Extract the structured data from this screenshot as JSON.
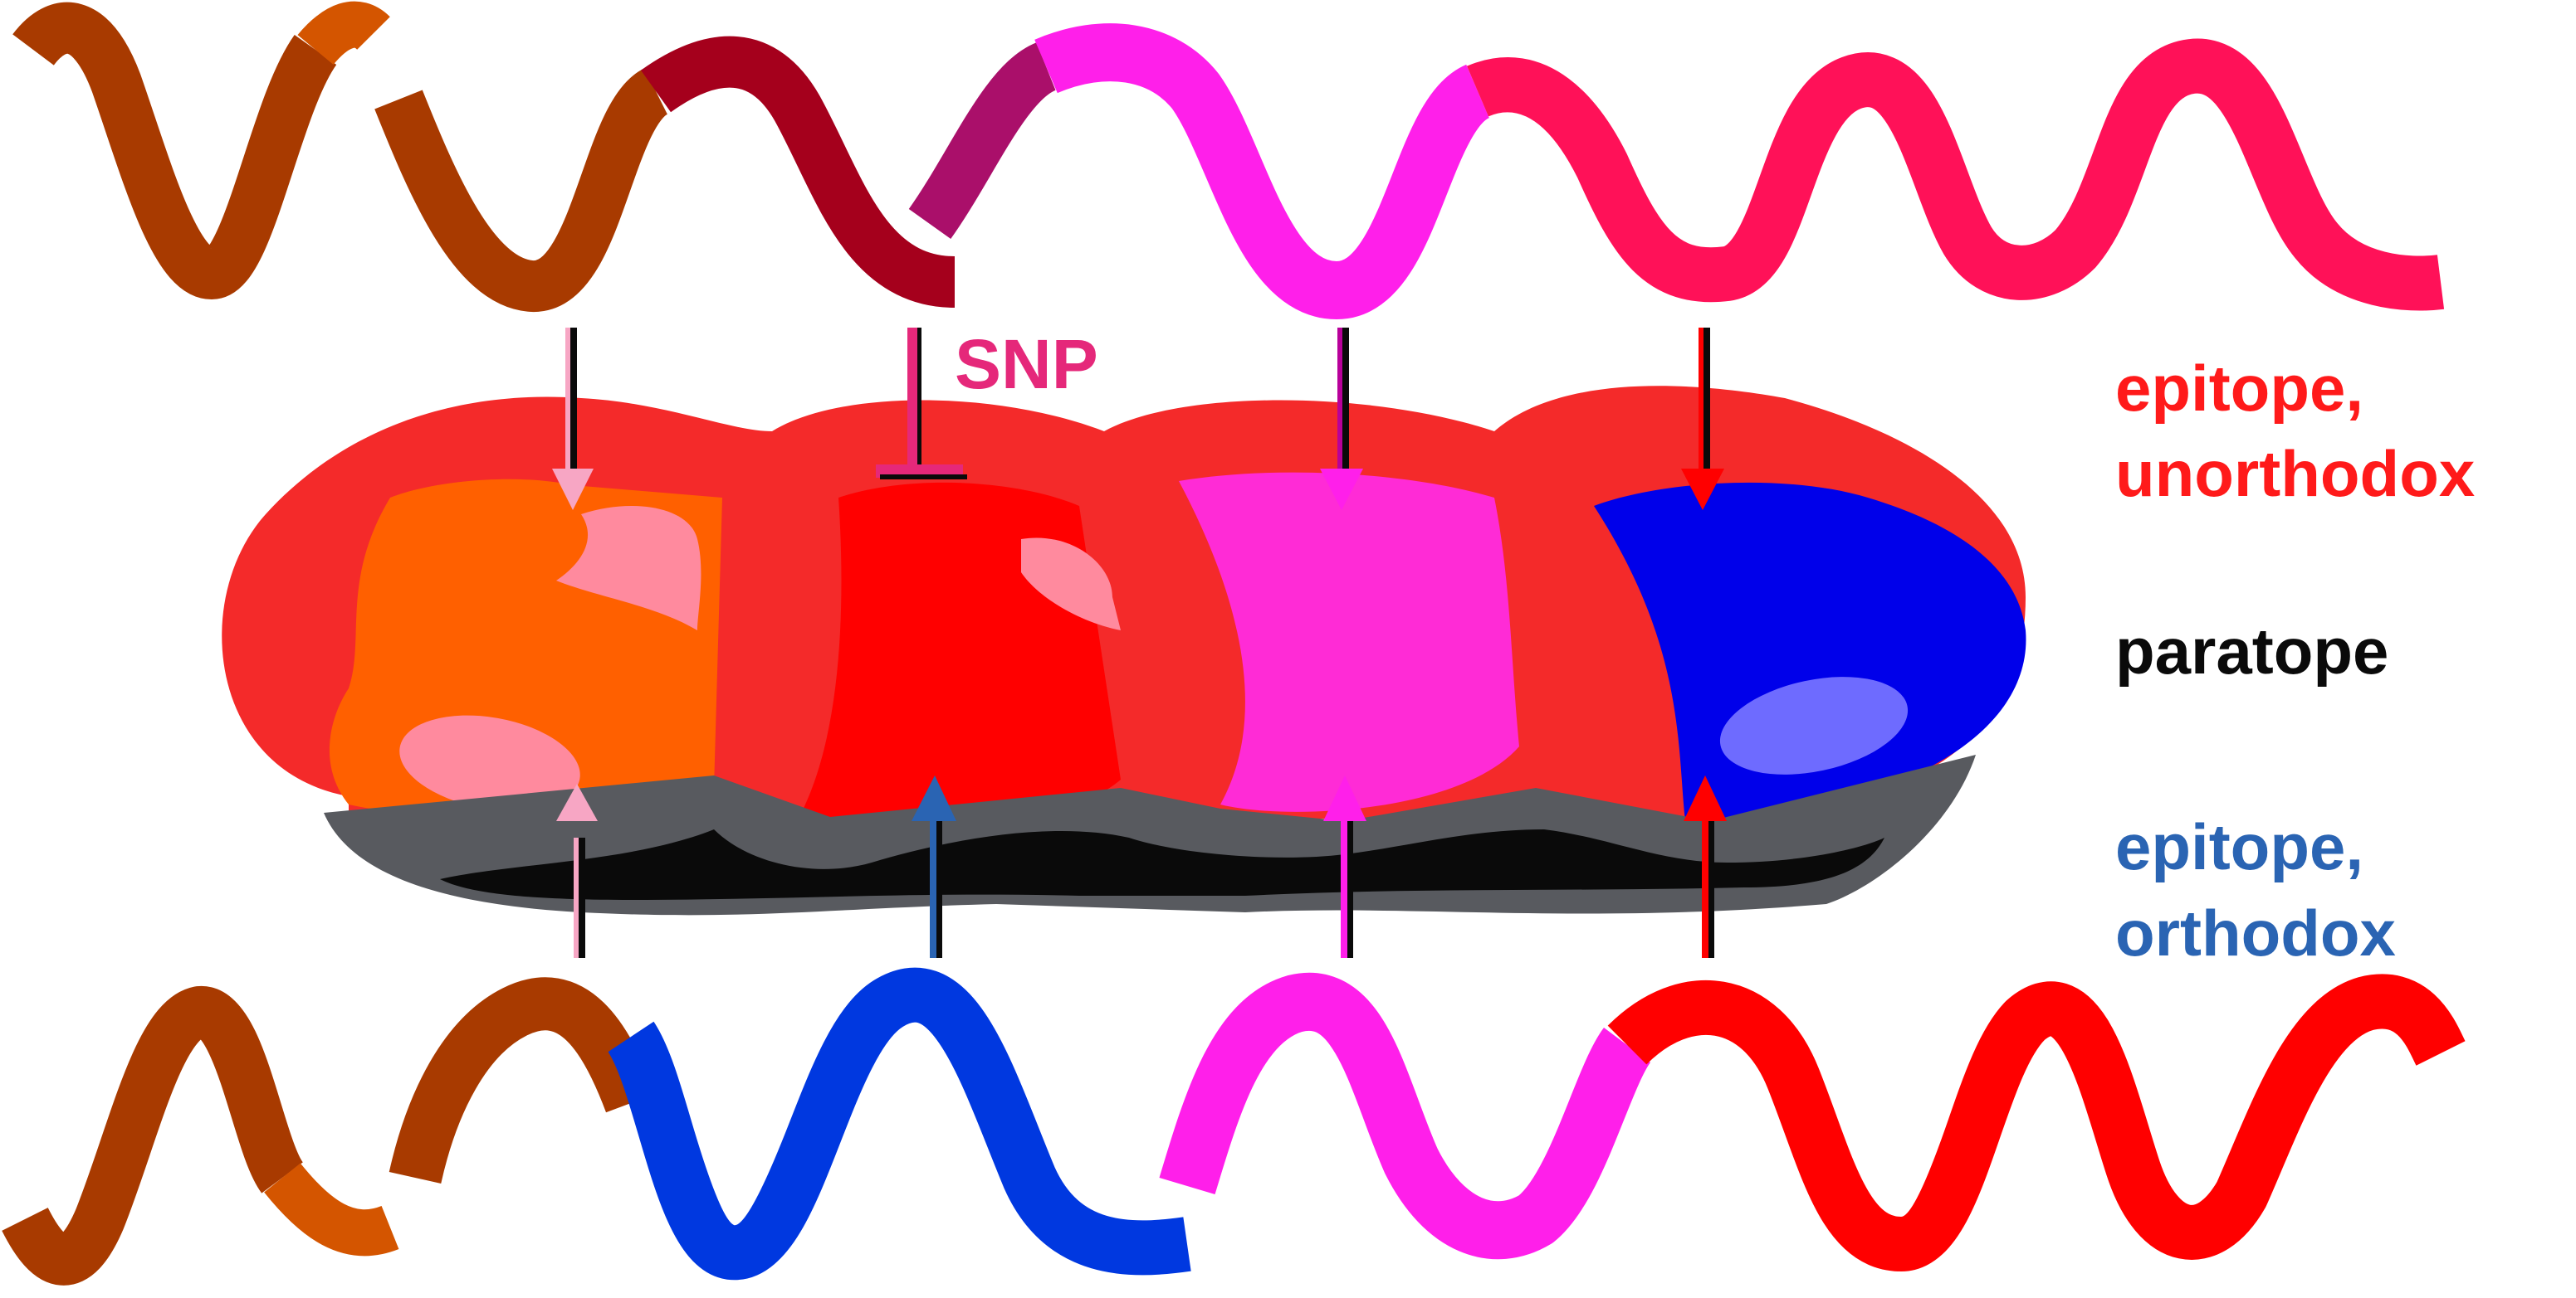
{
  "labels": {
    "snp": "SNP",
    "epitope_unorthodox_line1": "epitope,",
    "epitope_unorthodox_line2": "unorthodox",
    "paratope": "paratope",
    "epitope_orthodox_line1": "epitope,",
    "epitope_orthodox_line2": "orthodox"
  },
  "colors": {
    "brown": "#A83A00",
    "orange_brown": "#D45500",
    "dark_red": "#A5001C",
    "purple": "#AA0F6A",
    "magenta": "#FF1FEA",
    "pink_red": "#FF1158",
    "red": "#FF0000",
    "blue": "#0038E0",
    "orange": "#FF6000",
    "salmon_red": "#F52F2F",
    "light_pink": "#FF8A9E",
    "hot_pink": "#FF2BD6",
    "blob_blue": "#0000EA",
    "lavender": "#6E6BFF",
    "gray": "#585A5F",
    "black": "#0A0A0A",
    "label_red": "#FF1A1A",
    "label_blue": "#2A64B3",
    "snp_pink": "#E5287A"
  }
}
